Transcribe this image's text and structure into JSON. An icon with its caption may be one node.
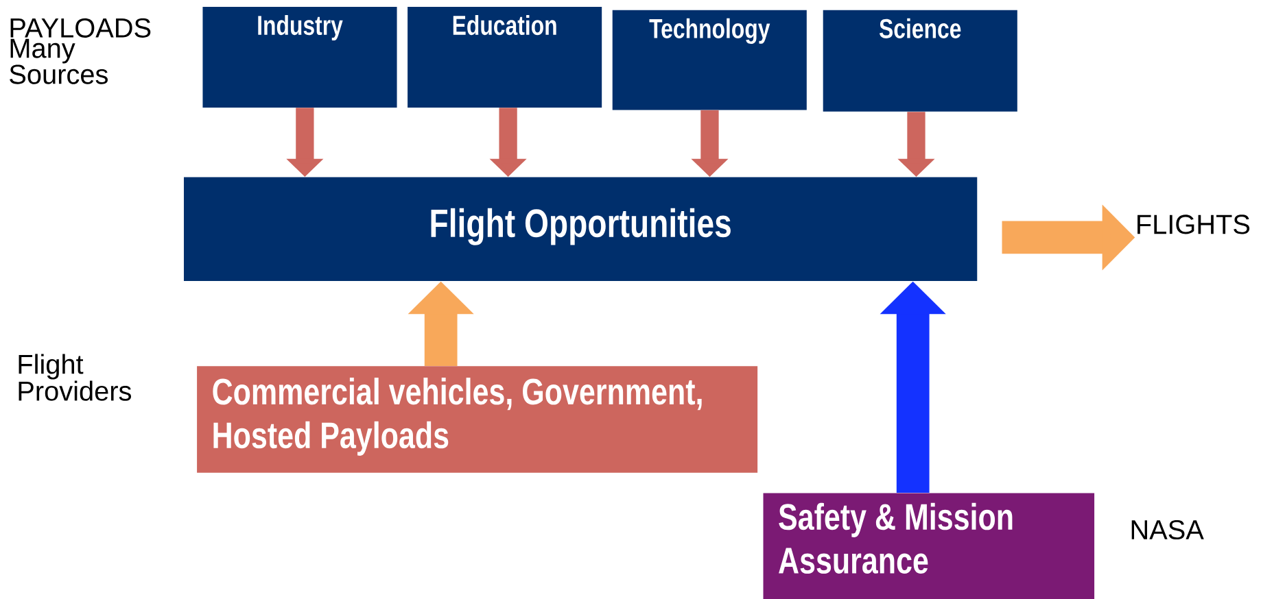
{
  "diagram": {
    "nodes": [
      {
        "text": [
          "Industry"
        ]
      },
      {
        "text": [
          "Education"
        ]
      },
      {
        "text": [
          "Technology"
        ]
      },
      {
        "text": [
          "Science"
        ]
      },
      {
        "text": [
          "Flight Opportunities"
        ]
      },
      {
        "text": [
          "FLIGHTS"
        ]
      },
      {
        "text": [
          "Commercial vehicles, Government, Hosted Payloads"
        ]
      },
      {
        "text": [
          "Safety & Mission Assurance"
        ]
      }
    ],
    "edges": [
      {
        "from": 0,
        "to": 4,
        "arrow": "to"
      },
      {
        "from": 1,
        "to": 4,
        "arrow": "to"
      },
      {
        "from": 2,
        "to": 4,
        "arrow": "to"
      },
      {
        "from": 3,
        "to": 4,
        "arrow": "to"
      },
      {
        "from": 4,
        "to": 5,
        "arrow": "to",
        "style": "thick",
        "color": "#f8a85a"
      },
      {
        "from": 6,
        "to": 4,
        "arrow": "to",
        "style": "thick",
        "color": "#f8a85a"
      },
      {
        "from": 7,
        "to": 4,
        "arrow": "to",
        "style": "thick",
        "color": "#1432ff"
      }
    ],
    "labels": [
      "PAYLOADS Many Sources",
      "Flight Providers",
      "NASA"
    ]
  }
}
